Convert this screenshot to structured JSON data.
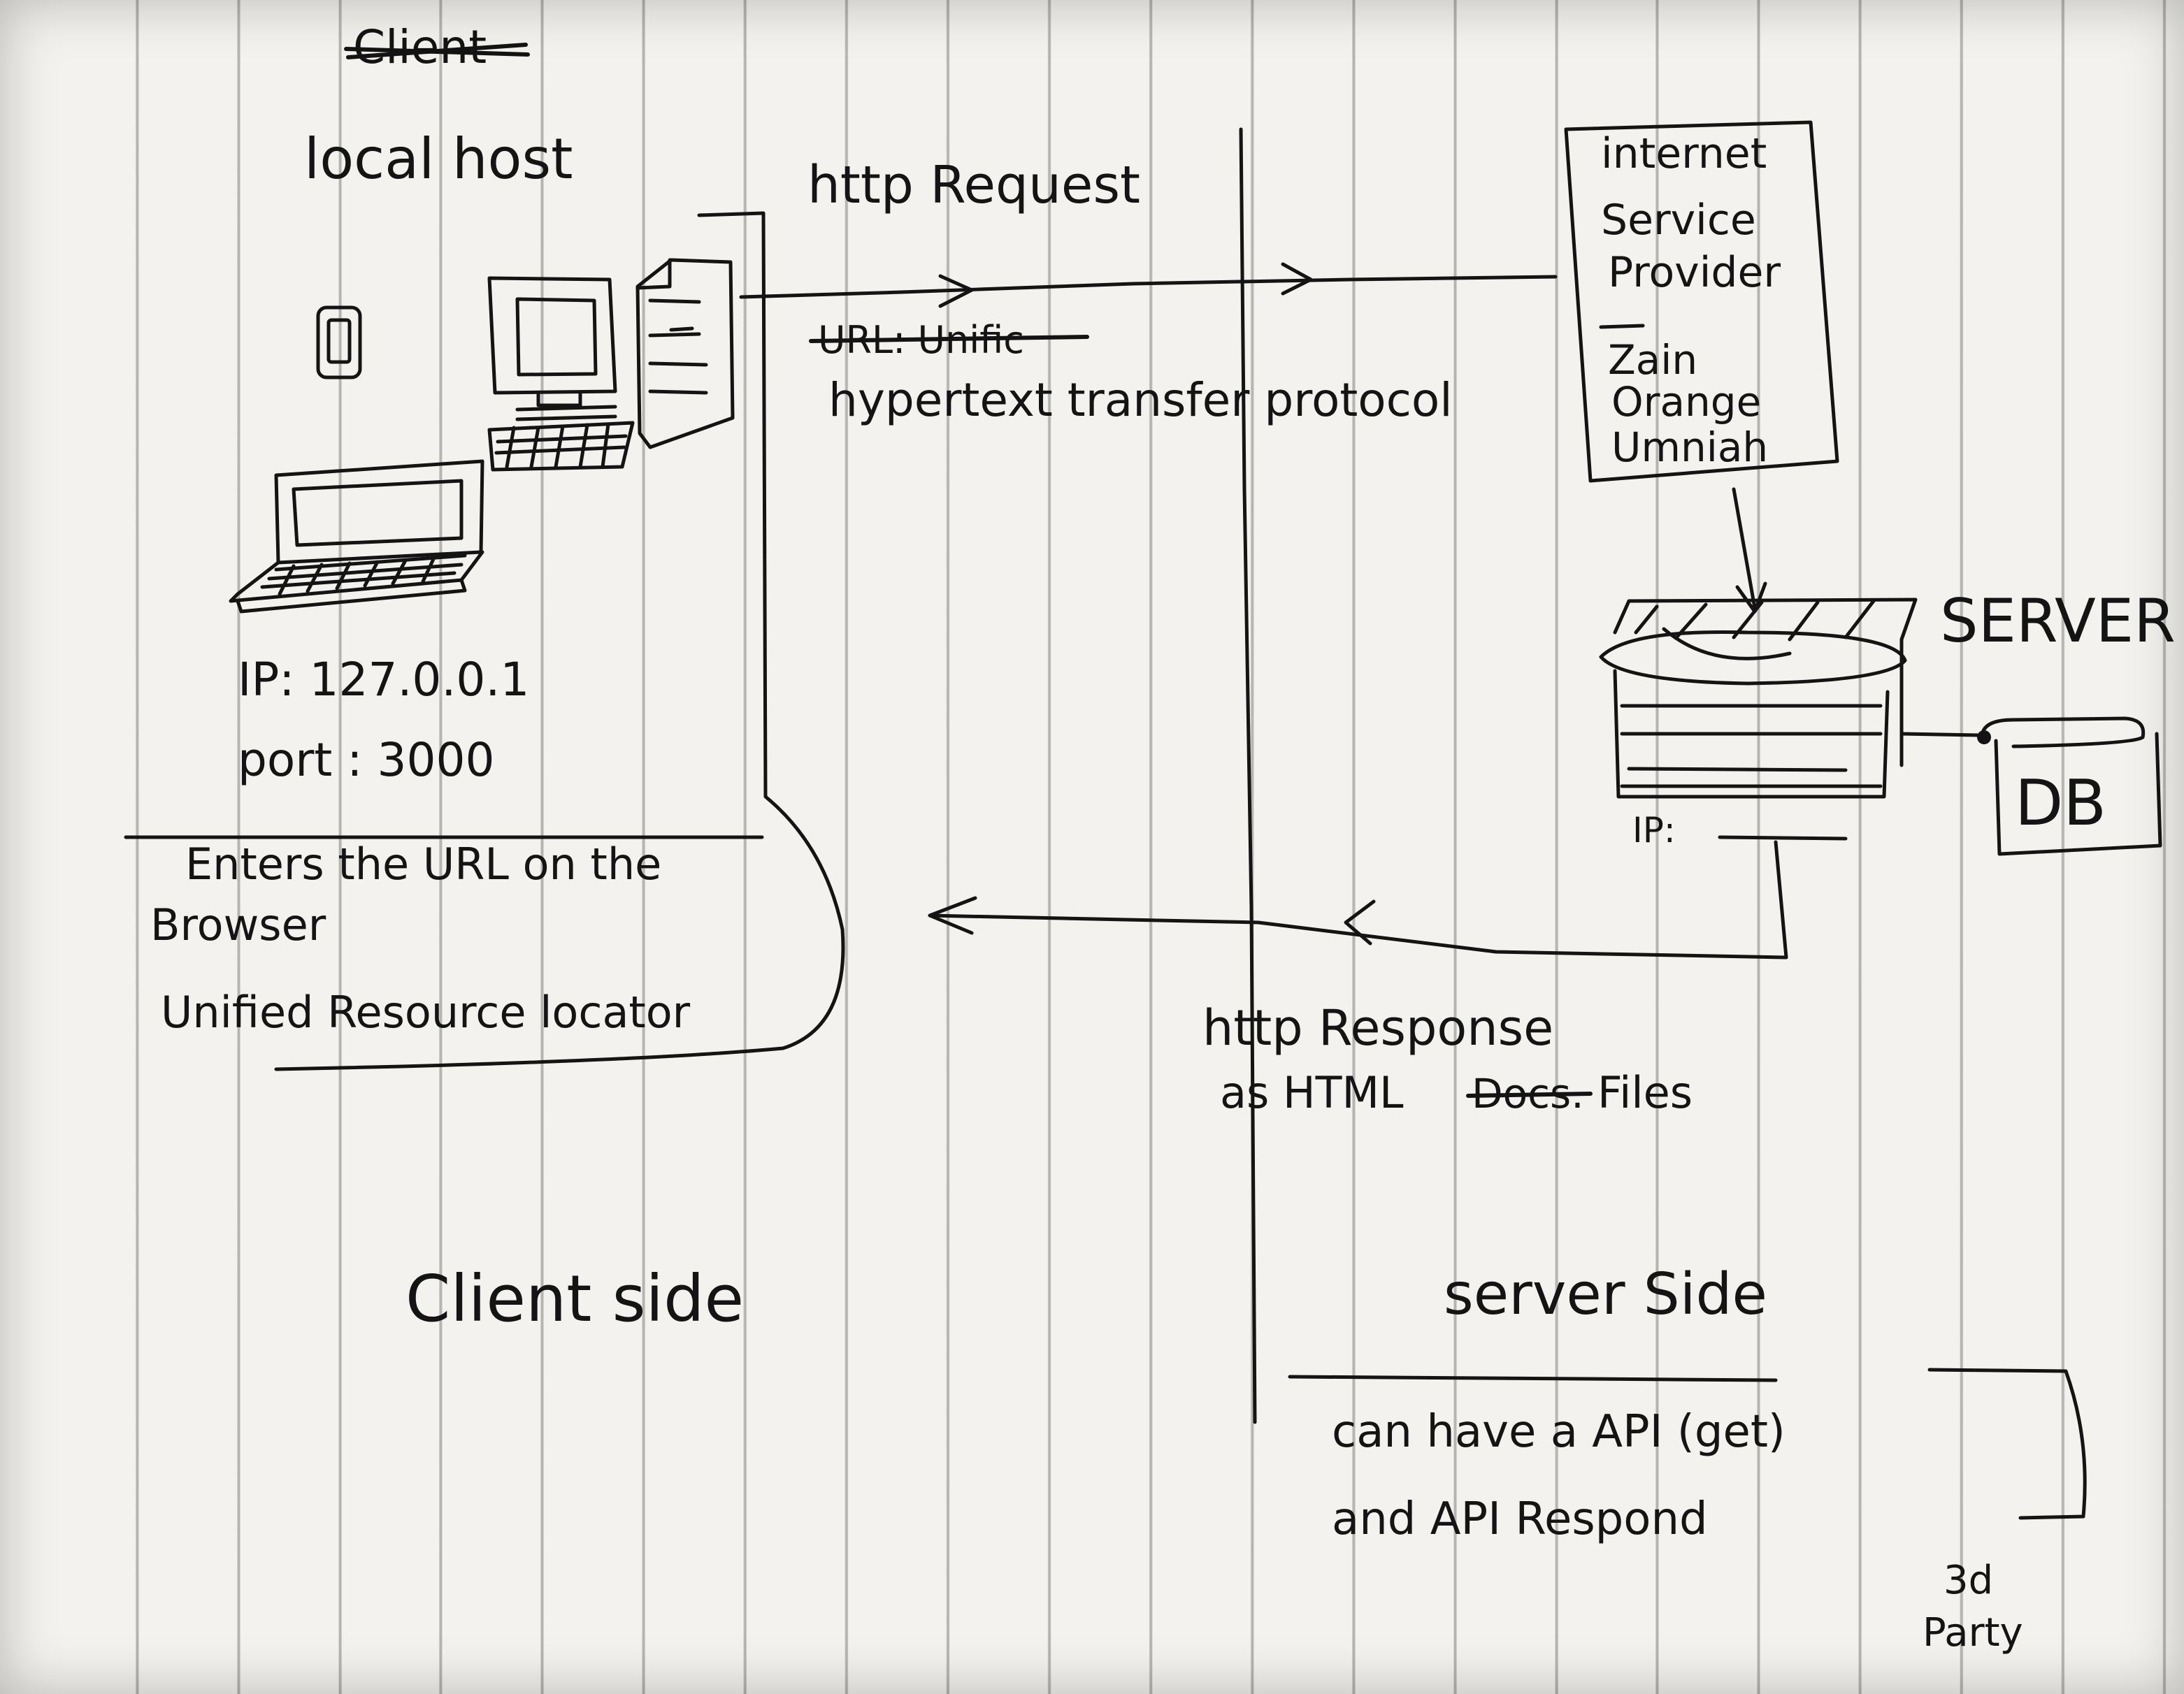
{
  "client": {
    "struck_heading": "Client",
    "heading": "local host",
    "ip": "IP: 127.0.0.1",
    "port": "port : 3000",
    "note_line1": "Enters the URL on the",
    "note_line2": "Browser",
    "note_line3": "Unified Resource locator",
    "side_label": "Client side"
  },
  "request": {
    "label": "http Request",
    "struck": "URL: Unific",
    "protocol": "hypertext transfer protocol"
  },
  "isp": {
    "line1": "internet",
    "line2": "Service",
    "line3": "Provider",
    "line4": "Zain",
    "line5": "Orange",
    "line6": "Umniah"
  },
  "server": {
    "label": "SERVER",
    "ip": "IP:",
    "db": "DB",
    "side_label": "server Side"
  },
  "response": {
    "line1": "http Response",
    "line2_prefix": "as HTML",
    "line2_struck": "Docs.",
    "line2_suffix": "Files"
  },
  "api": {
    "line1": "can have a API (get)",
    "line2": "and API Respond",
    "third_party_1": "3d",
    "third_party_2": "Party"
  }
}
